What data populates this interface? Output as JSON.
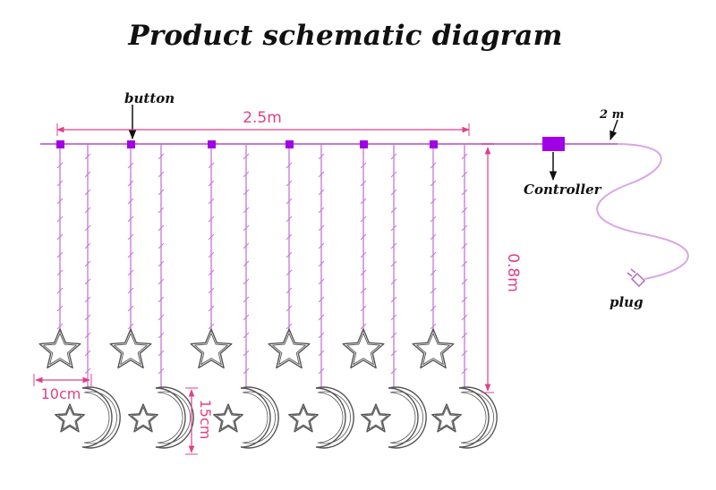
{
  "title": "Product schematic diagram",
  "labels": {
    "button": "button",
    "controller": "Controller",
    "cord_length": "2 m",
    "plug": "plug"
  },
  "dimensions": {
    "width": "2.5m",
    "drop": "0.8m",
    "ornament_width": "10cm",
    "ornament_height": "15cm"
  },
  "colors": {
    "wire": "#c777d6",
    "cord": "#d9a6e6",
    "button": "#a100e6",
    "dimension": "#e0408a",
    "ornament": "#555555"
  },
  "ornaments": {
    "strand_count": 6,
    "upper_shape": "star",
    "lower_shape": "moon-with-star"
  }
}
